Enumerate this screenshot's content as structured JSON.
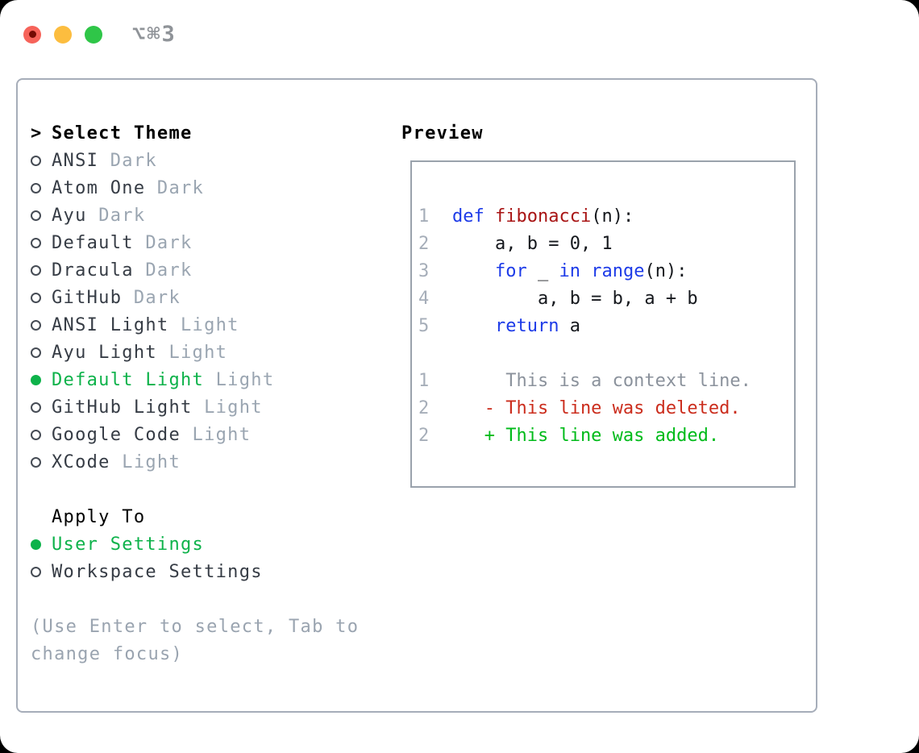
{
  "window": {
    "title": "⌥⌘3"
  },
  "colors": {
    "accent_green": "#0db24a",
    "keyword_blue": "#1d3be8",
    "function_red": "#a81414",
    "deleted_red": "#cb2d1d",
    "added_green": "#00bb1a",
    "dim_gray": "#9aa5b1",
    "traffic_red": "#f6635a",
    "traffic_yellow": "#fcbd3f",
    "traffic_green": "#2fc648"
  },
  "theme_picker": {
    "prompt": ">",
    "title": "Select Theme",
    "themes": [
      {
        "name": "ANSI",
        "variant": "Dark",
        "selected": false
      },
      {
        "name": "Atom One",
        "variant": "Dark",
        "selected": false
      },
      {
        "name": "Ayu",
        "variant": "Dark",
        "selected": false
      },
      {
        "name": "Default",
        "variant": "Dark",
        "selected": false
      },
      {
        "name": "Dracula",
        "variant": "Dark",
        "selected": false
      },
      {
        "name": "GitHub",
        "variant": "Dark",
        "selected": false
      },
      {
        "name": "ANSI Light",
        "variant": "Light",
        "selected": false
      },
      {
        "name": "Ayu Light",
        "variant": "Light",
        "selected": false
      },
      {
        "name": "Default Light",
        "variant": "Light",
        "selected": true
      },
      {
        "name": "GitHub Light",
        "variant": "Light",
        "selected": false
      },
      {
        "name": "Google Code",
        "variant": "Light",
        "selected": false
      },
      {
        "name": "XCode",
        "variant": "Light",
        "selected": false
      }
    ]
  },
  "apply_to": {
    "title": "Apply To",
    "options": [
      {
        "label": "User Settings",
        "selected": true
      },
      {
        "label": "Workspace Settings",
        "selected": false
      }
    ]
  },
  "hint": {
    "line1": "(Use Enter to select, Tab to",
    "line2": "change focus)"
  },
  "preview": {
    "title": "Preview",
    "code_lines": [
      {
        "num": "1",
        "parts": [
          {
            "t": "def",
            "c": "kw"
          },
          {
            "t": " ",
            "c": "txt"
          },
          {
            "t": "fibonacci",
            "c": "fn"
          },
          {
            "t": "(n):",
            "c": "txt"
          }
        ]
      },
      {
        "num": "2",
        "parts": [
          {
            "t": "    a, b = 0, 1",
            "c": "txt"
          }
        ]
      },
      {
        "num": "3",
        "parts": [
          {
            "t": "    ",
            "c": "txt"
          },
          {
            "t": "for",
            "c": "kw"
          },
          {
            "t": " _ ",
            "c": "txt"
          },
          {
            "t": "in",
            "c": "kw"
          },
          {
            "t": " ",
            "c": "txt"
          },
          {
            "t": "range",
            "c": "kw"
          },
          {
            "t": "(n):",
            "c": "txt"
          }
        ]
      },
      {
        "num": "4",
        "parts": [
          {
            "t": "        a, b = b, a + b",
            "c": "txt"
          }
        ]
      },
      {
        "num": "5",
        "parts": [
          {
            "t": "    ",
            "c": "txt"
          },
          {
            "t": "return",
            "c": "kw"
          },
          {
            "t": " a",
            "c": "txt"
          }
        ]
      },
      {
        "num": "",
        "parts": []
      },
      {
        "num": "1",
        "parts": [
          {
            "t": "     This is a context line.",
            "c": "ctx"
          }
        ]
      },
      {
        "num": "2",
        "parts": [
          {
            "t": "   - This line was deleted.",
            "c": "del"
          }
        ]
      },
      {
        "num": "2",
        "parts": [
          {
            "t": "   + This line was added.",
            "c": "add"
          }
        ]
      }
    ]
  }
}
